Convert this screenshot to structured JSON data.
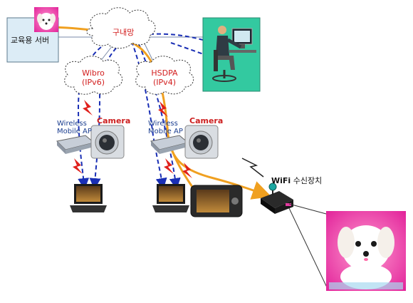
{
  "server": {
    "label": "교육용 서버"
  },
  "clouds": {
    "main": {
      "label": "구내망"
    },
    "wibro": {
      "line1": "Wibro",
      "line2": "(IPv6)"
    },
    "hsdpa": {
      "line1": "HSDPA",
      "line2": "(IPv4)"
    }
  },
  "access_points": [
    {
      "line1": "Wireless",
      "line2": "Mobile AP",
      "camera_label": "Camera"
    },
    {
      "line1": "Wireless",
      "line2": "Mobile AP",
      "camera_label": "Camera"
    }
  ],
  "receiver": {
    "brand": "WiFi",
    "label": " 수신장치"
  },
  "colors": {
    "orange_link": "#f0a020",
    "blue_dash": "#1a2fb5",
    "workstation_bg": "#33c9a0",
    "lightning": "#e0201c"
  }
}
